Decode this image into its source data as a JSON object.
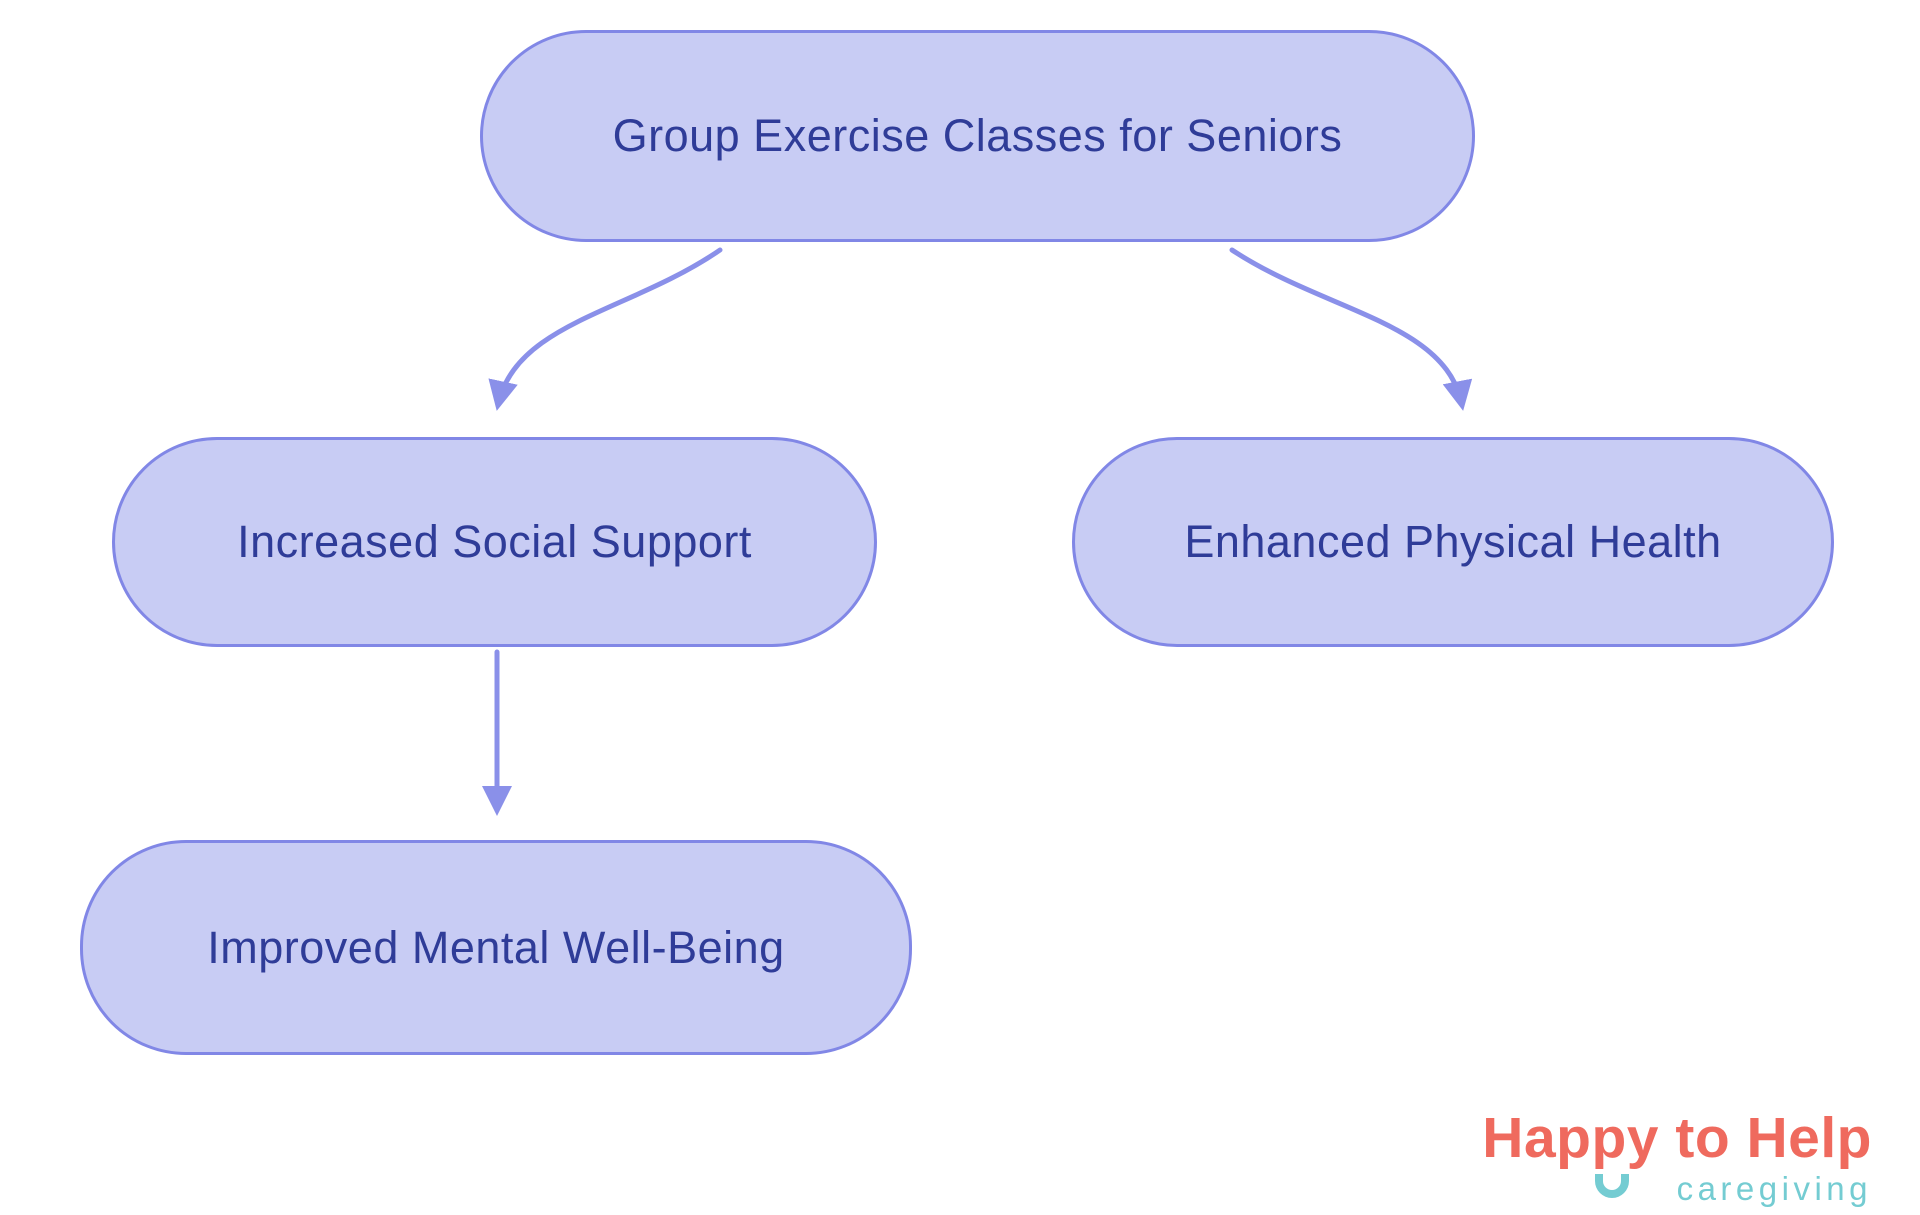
{
  "diagram": {
    "type": "flowchart",
    "nodes": [
      {
        "id": "group-exercise",
        "label": "Group Exercise Classes for Seniors"
      },
      {
        "id": "social-support",
        "label": "Increased Social Support"
      },
      {
        "id": "physical-health",
        "label": "Enhanced Physical Health"
      },
      {
        "id": "mental-wellbeing",
        "label": "Improved Mental Well-Being"
      }
    ],
    "edges": [
      {
        "from": "group-exercise",
        "to": "social-support"
      },
      {
        "from": "group-exercise",
        "to": "physical-health"
      },
      {
        "from": "social-support",
        "to": "mental-wellbeing"
      }
    ],
    "colors": {
      "node_fill": "#c8ccf4",
      "node_border": "#8187e6",
      "node_text": "#2f3c98",
      "arrow": "#8a90e9",
      "background": "#ffffff"
    }
  },
  "logo": {
    "title": "Happy to Help",
    "subtitle": "caregiving",
    "title_color": "#ef6a5e",
    "subtitle_color": "#74ccd2",
    "icon": "smile-icon"
  }
}
